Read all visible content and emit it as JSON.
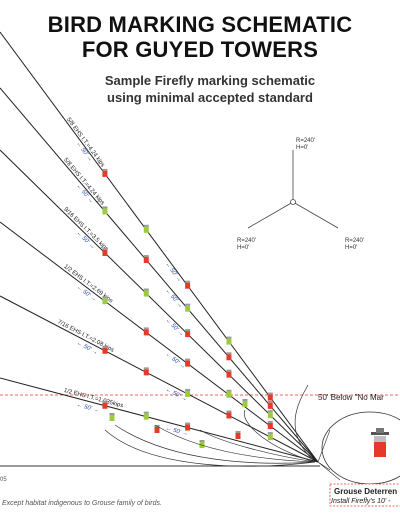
{
  "header": {
    "title_line1": "BIRD MARKING SCHEMATIC",
    "title_line2": "FOR GUYED TOWERS",
    "subtitle_line1": "Sample Firefly marking schematic",
    "subtitle_line2": "using minimal accepted standard"
  },
  "guys": [
    {
      "label": "5/8 EHS I.T.=4.24 kips",
      "spacing": "50'"
    },
    {
      "label": "5/8 EHS I.T.=4.24 kips",
      "spacing": "50'"
    },
    {
      "label": "9/16 EHS I.T.=3.5 kips",
      "spacing": "50'"
    },
    {
      "label": "1/2 EHS I.T.=2.69 kips",
      "spacing": "50'"
    },
    {
      "label": "7/16 EHS I.T.=2.08 kips",
      "spacing": "50'"
    },
    {
      "label": "1/2 EHS I.T.=1.035kips",
      "spacing": ""
    }
  ],
  "spacing_labels": [
    "50'",
    "50'",
    "50'",
    "50'",
    "5'",
    "50'",
    "50'",
    "50'",
    "50'",
    "50'"
  ],
  "plan_view": {
    "top": {
      "r": "R=240'",
      "h": "H=0'"
    },
    "left": {
      "r": "R=240'",
      "h": "H=0'"
    },
    "right": {
      "r": "R=240'",
      "h": "H=0'"
    }
  },
  "below_label": "50' Below \"No Mar",
  "grouse": {
    "line1": "Grouse Deterren",
    "line2": "Install Firefly's 10' -"
  },
  "footnote": "Except habitat indigenous to Grouse family of birds.",
  "version": "05",
  "colors": {
    "red": "#e53a2a",
    "green": "#9ccc3c",
    "yellow": "#f2e24a",
    "gray": "#9a9a9a",
    "dash": "#e53a2a",
    "blue": "#2a4db3"
  }
}
